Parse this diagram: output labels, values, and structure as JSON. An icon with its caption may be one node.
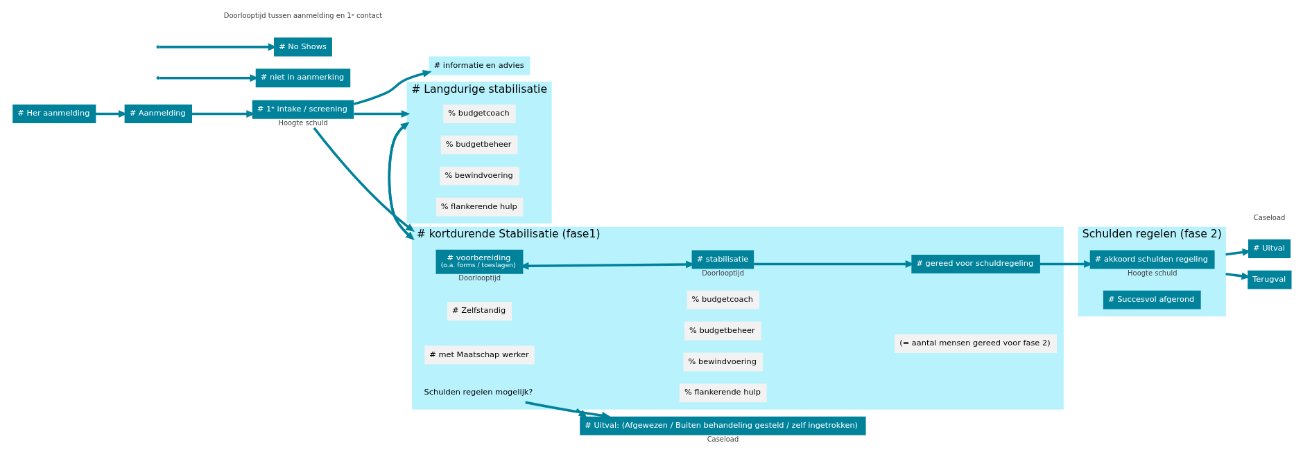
{
  "diagram": {
    "nodes": [
      {
        "text": [
          "# Aanmelding"
        ]
      },
      {
        "text": [
          "# 1ᵉ intake / screening"
        ],
        "beside": [
          "Hoogte schuld"
        ]
      },
      {
        "text": [
          "# Her aanmelding"
        ]
      },
      {
        "text": [
          "# niet in aanmerking"
        ]
      },
      {
        "text": [
          "# No Shows"
        ]
      },
      {
        "text": [
          "# informatie en advies"
        ]
      },
      {
        "text": [
          "# Langdurige stabilisatie"
        ]
      },
      {
        "text": [
          "% budgetcoach"
        ],
        "in": 6
      },
      {
        "text": [
          "% budgetbeheer"
        ],
        "in": 6
      },
      {
        "text": [
          "% bewindvoering"
        ],
        "in": 6
      },
      {
        "text": [
          "% flankerende hulp"
        ],
        "in": 6
      },
      {
        "text": [
          "# kortdurende Stabilisatie (fase1)"
        ]
      },
      {
        "text": [
          "# voorbereiding",
          "(o.a. forms / toeslagen)"
        ],
        "in": 11,
        "beside": [
          "Doorlooptijd"
        ]
      },
      {
        "text": [
          "# Zelfstandig"
        ],
        "in": 11
      },
      {
        "text": [
          "# met Maatschap werker"
        ],
        "in": 11
      },
      {
        "text": [
          "Schulden regelen mogelijk?"
        ],
        "in": 11
      },
      {
        "text": [
          "# stabilisatie"
        ],
        "in": 11,
        "beside": [
          "Doorlooptijd"
        ]
      },
      {
        "text": [
          "% budgetcoach"
        ],
        "in": 11
      },
      {
        "text": [
          "% budgetbeheer"
        ],
        "in": 11
      },
      {
        "text": [
          "% bewindvoering"
        ],
        "in": 11
      },
      {
        "text": [
          "% flankerende hulp"
        ],
        "in": 11
      },
      {
        "text": [
          "# gereed voor schuldregeling"
        ],
        "in": 11
      },
      {
        "text": [
          "(= aantal mensen gereed voor fase 2)"
        ],
        "in": 11
      },
      {
        "text": [
          "Schulden regelen (fase 2)"
        ]
      },
      {
        "text": [
          "# akkoord schulden regeling"
        ],
        "in": 23,
        "beside": [
          "Hoogte schuld"
        ]
      },
      {
        "text": [
          "# Succesvol afgerond"
        ],
        "in": 23
      },
      {
        "text": [
          "# Uitval: (Afgewezen / Buiten behandeling gesteld / zelf ingetrokken)"
        ],
        "beside": [
          "Caseload"
        ]
      },
      {
        "text": [
          "# Uitval"
        ]
      },
      {
        "text": [
          "Terugval"
        ]
      }
    ],
    "edges": [
      {
        "from": 0,
        "to": 1,
        "arrow": "to"
      },
      {
        "from": 2,
        "to": 0,
        "arrow": "to"
      },
      {
        "from": null,
        "to": 3,
        "arrow": "to"
      },
      {
        "from": null,
        "to": 4,
        "arrow": "to"
      },
      {
        "from": 1,
        "to": 5,
        "arrow": "to"
      },
      {
        "from": 1,
        "to": 6,
        "arrow": "to"
      },
      {
        "from": 1,
        "to": 11,
        "arrow": "to"
      },
      {
        "from": 6,
        "to": 11,
        "arrow": "to"
      },
      {
        "from": 11,
        "to": 6,
        "arrow": "to"
      },
      {
        "from": 12,
        "to": 16,
        "arrow": "both"
      },
      {
        "from": 15,
        "to": 26,
        "arrow": "to"
      },
      {
        "from": 11,
        "to": 26,
        "arrow": "to"
      },
      {
        "from": 16,
        "to": 21,
        "arrow": "to"
      },
      {
        "from": 21,
        "to": 24,
        "arrow": "to"
      },
      {
        "from": 23,
        "to": 27,
        "arrow": "to"
      },
      {
        "from": 23,
        "to": 28,
        "arrow": "to"
      }
    ],
    "labels": [
      "Doorlooptijd tussen aanmelding en 1ᵉ contact",
      "Caseload"
    ]
  }
}
